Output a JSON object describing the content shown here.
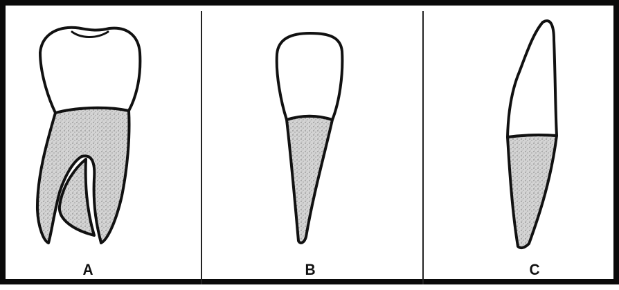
{
  "panels": [
    {
      "label": "A",
      "icon": "multi-rooted-tooth-icon"
    },
    {
      "label": "B",
      "icon": "single-rooted-tooth-icon"
    },
    {
      "label": "C",
      "icon": "pointed-crown-tooth-icon"
    }
  ],
  "colors": {
    "outline": "#111111",
    "root_fill": "#c9c9c9",
    "crown_fill": "#ffffff",
    "border": "#0a0a0a"
  }
}
